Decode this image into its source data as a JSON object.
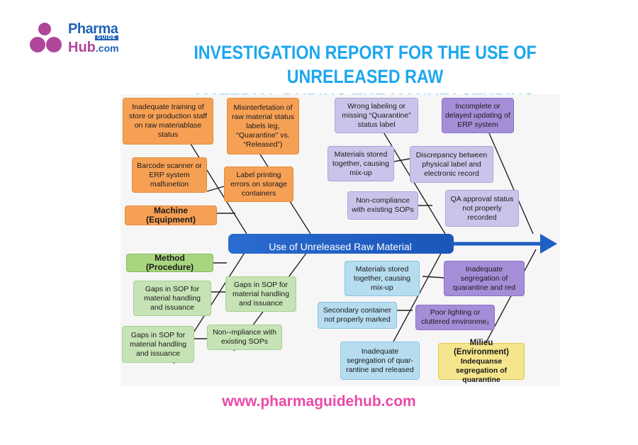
{
  "logo": {
    "line1": "Pharma",
    "badge": "GUIDE",
    "line2": "Hub",
    "suffix": ".com"
  },
  "title": {
    "line1": "INVESTIGATION REPORT FOR THE USE OF UNRELEASED RAW",
    "line2": "MATERIAL DURING THE MANUFACTURING"
  },
  "diagram": {
    "effect": "Use of Unreleased Raw Material",
    "boxes": {
      "training": "Inadequate training of store or production staff on raw materiablase status",
      "misinterpretation": "Misinterfetation of raw material status labels leg, “Quarantine” vs. “Released”)",
      "barcode": "Barcode scanner or ERP system malfunetion",
      "label_printing": "Label printing errors on storage containers",
      "machine": "Machine (Equipment)",
      "wrong_labeling": "Wrong labeling or missing “Quarantine” status label",
      "erp_update": "Incomplete or delayed updating of ERP system",
      "stored_together_top": "Materials stored together, causing mix-up",
      "discrepancy": "Discrepancy between physical label and electronic record",
      "noncompliance_top": "Non-compliance with existing SOPs",
      "qa_approval": "QA approval status not properly recorded",
      "method": "Method (Procedure)",
      "gaps_sop_1": "Gaps in SOP for material handling and issuance",
      "gaps_sop_2": "Gaps in SOP for material handling and issuance",
      "gaps_sop_3": "Gaps in SOP for material handling and issuance",
      "noncompliance_bottom": "Non-‑mpliance with existing SOPs",
      "stored_together_bottom": "Materials stored together, causing mix-up",
      "secondary_container": "Secondary container not properly marked",
      "segregation_bottom": "Inadequate segregation of quar-rantine and released",
      "segregation_right": "Inadequate segregation of quarantine and red",
      "lighting": "Poor lighting or cluttered environme₁",
      "milieu_title": "Milieu (Environment)",
      "milieu_text": "Indequanse segregation of quarantine"
    }
  },
  "footer": {
    "url": "www.pharmaguidehub.com"
  },
  "colors": {
    "title": "#1ea7ee",
    "spine": "#1f5fc4",
    "footer": "#e94aa8",
    "logo_dots": "#b0469a"
  }
}
